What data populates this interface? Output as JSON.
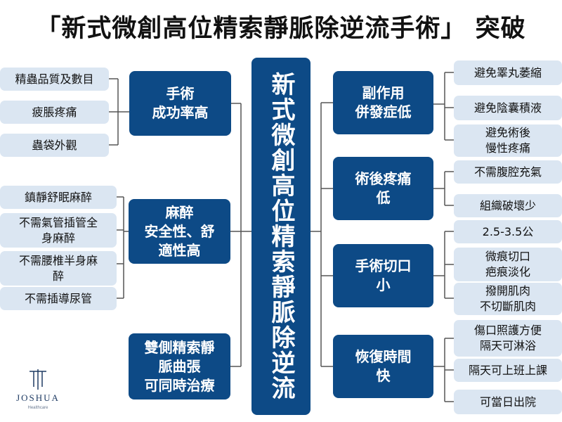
{
  "title": "「新式微創高位精索靜脈除逆流手術」 突破",
  "center": "新式微創高位精索靜脈除逆流",
  "left_groups": [
    {
      "title": "手術\n成功率高",
      "items": [
        "精蟲品質及數目",
        "疲脹疼痛",
        "蟲袋外觀"
      ]
    },
    {
      "title": "麻醉\n安全性、舒\n適性高",
      "items": [
        "鎮靜舒眠麻醉",
        "不需氣管插管全\n身麻醉",
        "不需腰椎半身麻\n醉",
        "不需插導尿管"
      ]
    },
    {
      "title": "雙側精索靜\n脈曲張\n可同時治療",
      "items": []
    }
  ],
  "right_groups": [
    {
      "title": "副作用\n併發症低",
      "items": [
        "避免睪丸萎縮",
        "避免陰囊積液",
        "避免術後\n慢性疼痛"
      ]
    },
    {
      "title": "術後疼痛\n低",
      "items": [
        "不需腹腔充氣",
        "組織破壞少"
      ]
    },
    {
      "title": "手術切口\n小",
      "items": [
        "2.5-3.5公",
        "微痕切口\n疤痕淡化",
        "撥開肌肉\n不切斷肌肉"
      ]
    },
    {
      "title": "恢復時間\n快",
      "items": [
        "傷口照護方便\n隔天可淋浴",
        "隔天可上班上課",
        "可當日出院"
      ]
    }
  ],
  "logo": {
    "brand": "JOSHUA",
    "sub": "Healthcare"
  },
  "colors": {
    "dark_box": "#0d4a86",
    "light_box": "#dbe6f2",
    "line": "#555555"
  }
}
